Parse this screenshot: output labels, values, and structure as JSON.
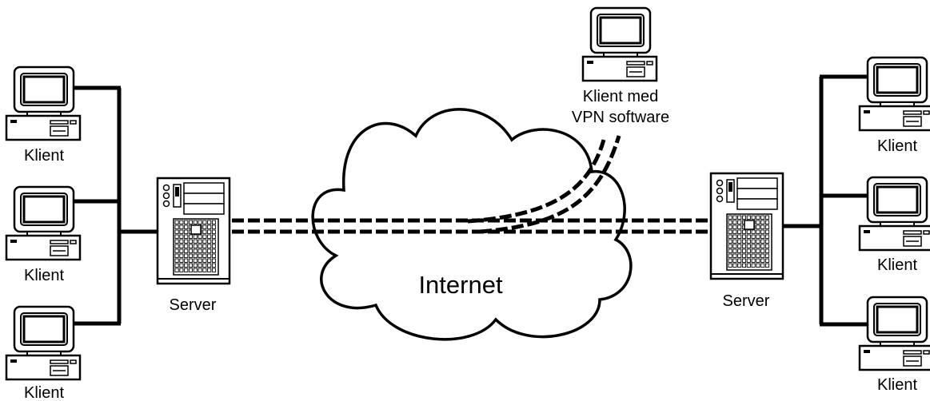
{
  "labels": {
    "client": "Klient",
    "server": "Server",
    "internet": "Internet",
    "vpn_client_line1": "Klient med",
    "vpn_client_line2": "VPN software"
  },
  "colors": {
    "line": "#000000",
    "background": "#ffffff",
    "device_fill": "#ffffff"
  },
  "icons": {
    "client": "desktop-computer-icon",
    "server": "tower-server-icon",
    "internet": "cloud-icon"
  }
}
